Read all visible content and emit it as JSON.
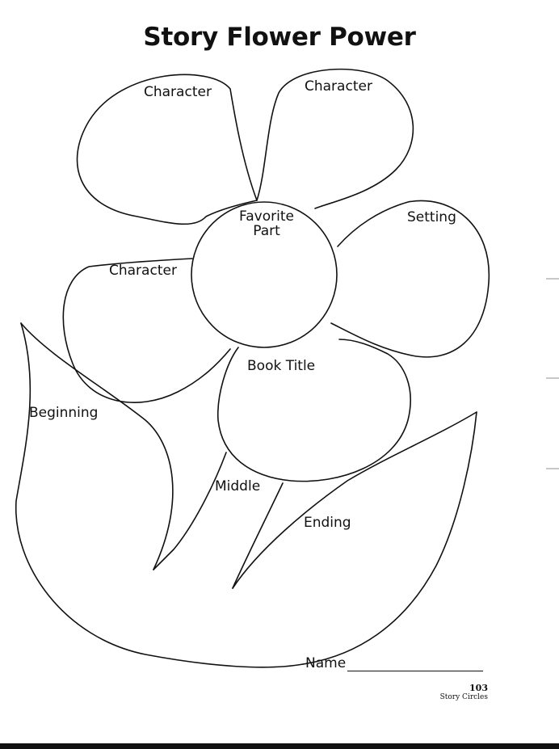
{
  "title": "Story Flower Power",
  "petals": {
    "top_left": "Character",
    "top_right": "Character",
    "right": "Setting",
    "left": "Character",
    "center_line1": "Favorite",
    "center_line2": "Part",
    "bottom": "Book Title"
  },
  "leaves": {
    "left": "Beginning",
    "stem": "Middle",
    "right": "Ending"
  },
  "footer": {
    "name_label": "Name",
    "page_number": "103",
    "book_name": "Story Circles"
  }
}
